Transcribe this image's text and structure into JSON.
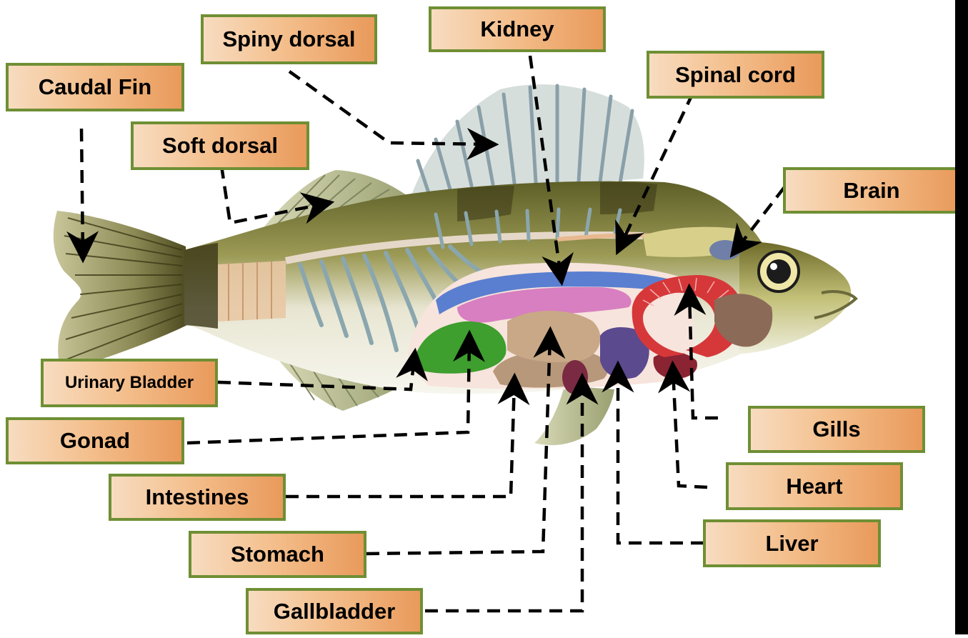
{
  "labels": {
    "caudal_fin": "Caudal Fin",
    "spiny_dorsal": "Spiny dorsal",
    "kidney": "Kidney",
    "spinal_cord": "Spinal cord",
    "soft_dorsal": "Soft dorsal",
    "brain": "Brain",
    "urinary_bladder": "Urinary Bladder",
    "gonad": "Gonad",
    "intestines": "Intestines",
    "stomach": "Stomach",
    "gallbladder": "Gallbladder",
    "gills": "Gills",
    "heart": "Heart",
    "liver": "Liver"
  },
  "colors": {
    "label_border": "#6f8f34",
    "label_fill_light": "#f7dcc0",
    "label_fill_dark": "#e99a5b",
    "leader_line": "#000000",
    "fish_back": "#6b6a2e",
    "fish_belly": "#f2f0e6",
    "swim_bladder": "#5a7fd0",
    "gonad": "#3e9e2e",
    "kidney_organ": "#d77fc0",
    "liver": "#5b4a8e",
    "gills": "#d6383a",
    "heart": "#8a2332"
  }
}
